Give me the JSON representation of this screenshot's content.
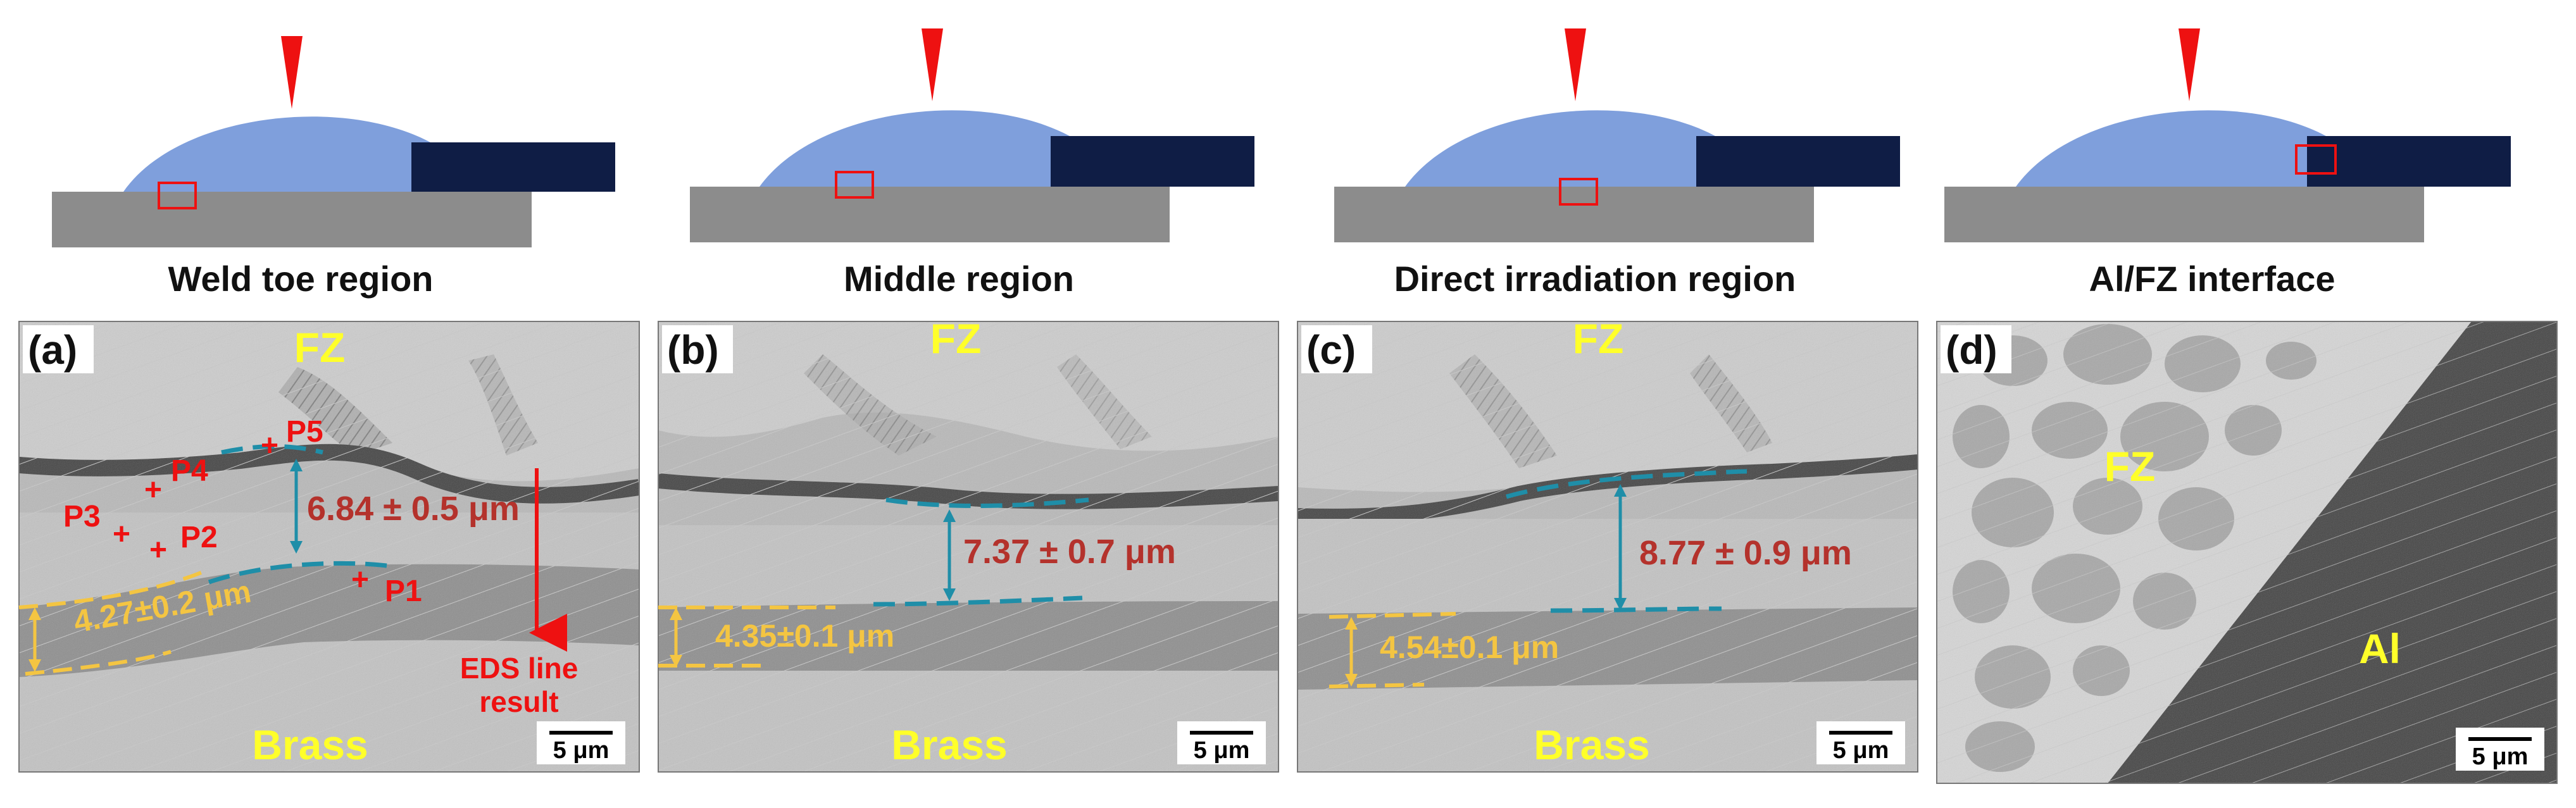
{
  "colors": {
    "weld_bead": "#7f9fdc",
    "aluminum_sheet": "#0f1d45",
    "brass_sheet": "#8c8c8c",
    "laser_marker": "#ee1111",
    "fz_label": "#ffff2a",
    "thickness_measure": "#b4322c",
    "layer_measure": "#f4c542",
    "boundary_dash": "#1f8ea8"
  },
  "schematics": [
    {
      "caption": "Weld toe region"
    },
    {
      "caption": "Middle region"
    },
    {
      "caption": "Direct irradiation region"
    },
    {
      "caption": "Al/FZ interface"
    }
  ],
  "panels": [
    {
      "label": "(a)",
      "top_phase": "FZ",
      "bottom_phase": "Brass",
      "thickness": "6.84 ± 0.5 μm",
      "layer": "4.27±0.2 μm",
      "points": [
        "P1",
        "P2",
        "P3",
        "P4",
        "P5"
      ],
      "eds_line1": "EDS line",
      "eds_line2": "result",
      "scale_bar": "5 μm"
    },
    {
      "label": "(b)",
      "top_phase": "FZ",
      "bottom_phase": "Brass",
      "thickness": "7.37 ± 0.7 μm",
      "layer": "4.35±0.1 μm",
      "scale_bar": "5 μm"
    },
    {
      "label": "(c)",
      "top_phase": "FZ",
      "bottom_phase": "Brass",
      "thickness": "8.77 ± 0.9 μm",
      "layer": "4.54±0.1 μm",
      "scale_bar": "5 μm"
    },
    {
      "label": "(d)",
      "phase_1": "FZ",
      "phase_2": "Al",
      "scale_bar": "5 μm"
    }
  ]
}
